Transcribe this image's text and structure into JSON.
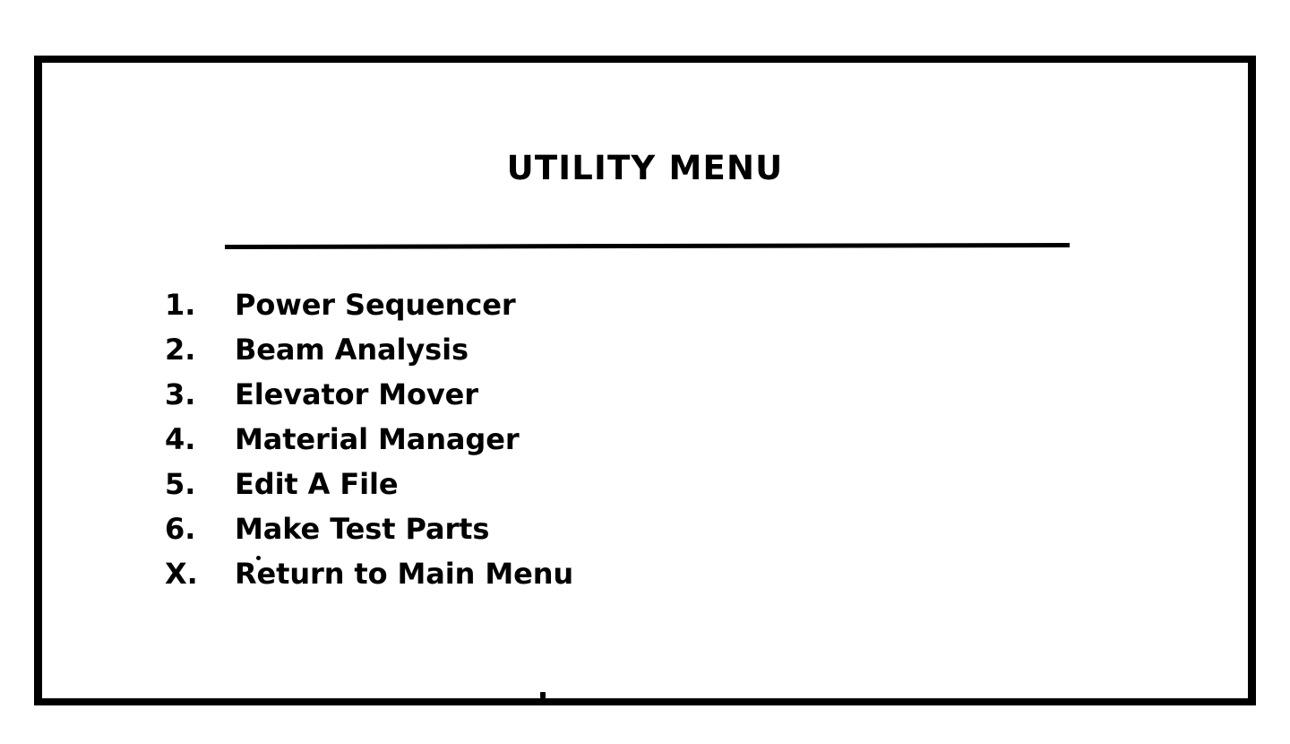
{
  "screen": {
    "title": "UTILITY MENU",
    "background_color": "#ffffff",
    "ink_color": "#000000"
  },
  "menu": {
    "heading": "UTILITY MENU",
    "items": [
      {
        "key": "1.",
        "label": "Power Sequencer"
      },
      {
        "key": "2.",
        "label": "Beam Analysis"
      },
      {
        "key": "3.",
        "label": "Elevator Mover"
      },
      {
        "key": "4.",
        "label": "Material Manager"
      },
      {
        "key": "5.",
        "label": "Edit A File"
      },
      {
        "key": "6.",
        "label": "Make Test Parts"
      },
      {
        "key": "X.",
        "label": "Return to Main Menu"
      }
    ]
  }
}
